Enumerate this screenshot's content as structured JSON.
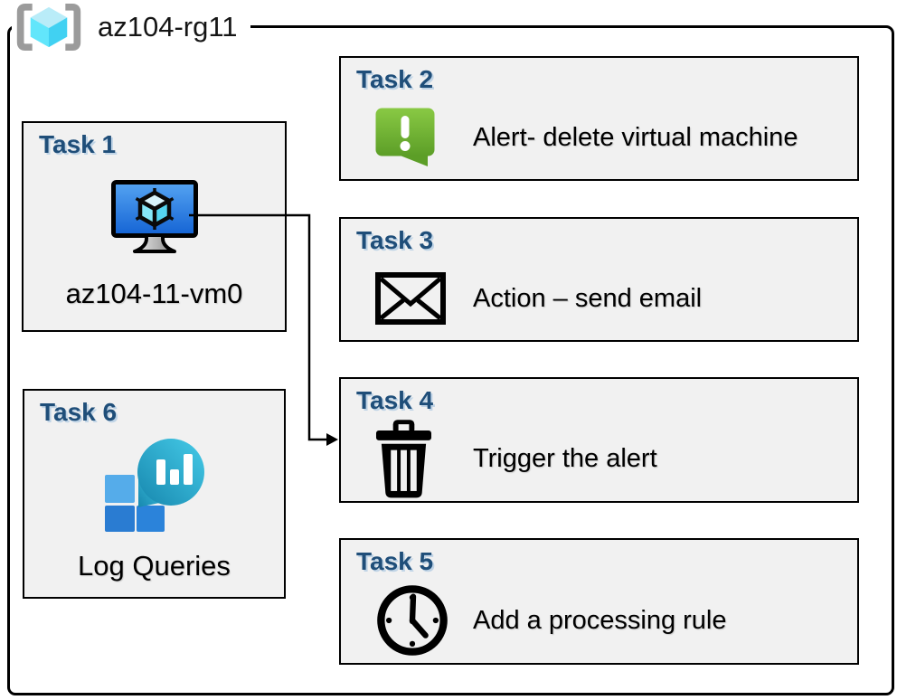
{
  "resource_group": {
    "name": "az104-rg11"
  },
  "left_column": [
    {
      "label": "Task 1",
      "caption": "az104-11-vm0",
      "icon": "virtual-machine"
    },
    {
      "label": "Task 6",
      "caption": "Log Queries",
      "icon": "log-analytics"
    }
  ],
  "right_column": [
    {
      "label": "Task 2",
      "caption": "Alert- delete virtual machine",
      "icon": "alert-message"
    },
    {
      "label": "Task 3",
      "caption": "Action – send email",
      "icon": "email-envelope"
    },
    {
      "label": "Task 4",
      "caption": "Trigger the alert",
      "icon": "trash-can"
    },
    {
      "label": "Task 5",
      "caption": "Add a processing rule",
      "icon": "clock"
    }
  ],
  "connector": {
    "from": "Task 1",
    "to": "Task 4"
  },
  "colors": {
    "task_label_blue": "#1f4e79",
    "box_fill": "#f1f1f1",
    "box_border": "#000000",
    "alert_green_top": "#89c944",
    "alert_green_bottom": "#5c9e27",
    "vm_screen_top": "#55a4f2",
    "vm_screen_bottom": "#1463d4",
    "log_teal_light": "#45cbe8",
    "log_teal_dark": "#1787ae",
    "rg_cube_cyan": "#62e6fb",
    "rg_bracket_gray": "#9b9b9b"
  }
}
